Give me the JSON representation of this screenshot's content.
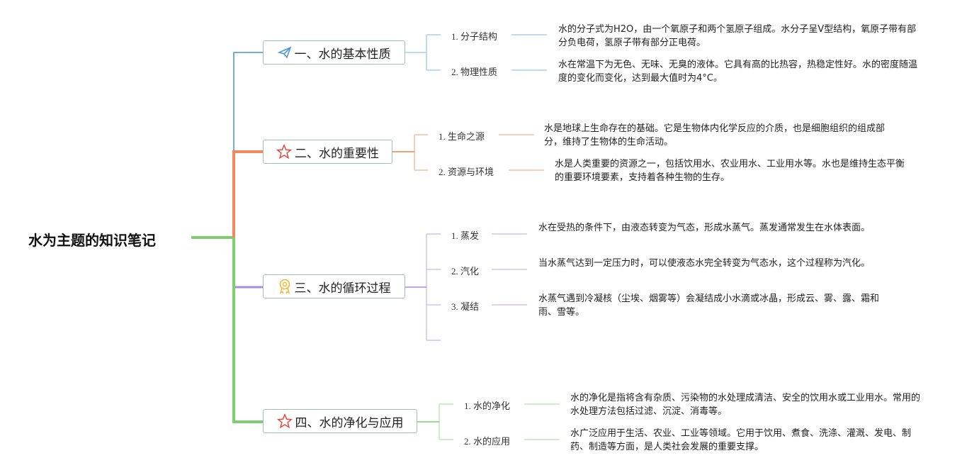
{
  "root": "水为主题的知识笔记",
  "colors": {
    "b1": "#6fb0df",
    "b2": "#f08a5d",
    "b3": "#a88be3",
    "b4": "#7dcf6f"
  },
  "branches": [
    {
      "title": "一、水的基本性质",
      "icon": "paper-plane-icon",
      "items": [
        {
          "label": "1. 分子结构",
          "text": "水的分子式为H2O，由一个氧原子和两个氢原子组成。水分子呈V型结构，氧原子带有部分负电荷，氢原子带有部分正电荷。"
        },
        {
          "label": "2. 物理性质",
          "text": "水在常温下为无色、无味、无臭的液体。它具有高的比热容，热稳定性好。水的密度随温度的变化而变化，达到最大值时为4°C。"
        }
      ]
    },
    {
      "title": "二、水的重要性",
      "icon": "star-icon",
      "items": [
        {
          "label": "1. 生命之源",
          "text": "水是地球上生命存在的基础。它是生物体内化学反应的介质，也是细胞组织的组成部分，维持了生物体的生命活动。"
        },
        {
          "label": "2. 资源与环境",
          "text": "水是人类重要的资源之一，包括饮用水、农业用水、工业用水等。水也是维持生态平衡的重要环境要素，支持着各种生物的生存。"
        }
      ]
    },
    {
      "title": "三、水的循环过程",
      "icon": "medal-icon",
      "items": [
        {
          "label": "1. 蒸发",
          "text": "水在受热的条件下，由液态转变为气态，形成水蒸气。蒸发通常发生在水体表面。"
        },
        {
          "label": "2. 汽化",
          "text": "当水蒸气达到一定压力时，可以使液态水完全转变为气态水，这个过程称为汽化。"
        },
        {
          "label": "3. 凝结",
          "text": "水蒸气遇到冷凝核（尘埃、烟雾等）会凝结成小水滴或冰晶，形成云、雾、露、霜和雨、雪等。"
        }
      ]
    },
    {
      "title": "四、水的净化与应用",
      "icon": "star-icon",
      "items": [
        {
          "label": "1. 水的净化",
          "text": "水的净化是指将含有杂质、污染物的水处理成清洁、安全的饮用水或工业用水。常用的水处理方法包括过滤、沉淀、消毒等。"
        },
        {
          "label": "2. 水的应用",
          "text": "水广泛应用于生活、农业、工业等领域。它用于饮用、煮食、洗涤、灌溉、发电、制药、制造等方面，是人类社会发展的重要支撑。"
        }
      ]
    }
  ]
}
